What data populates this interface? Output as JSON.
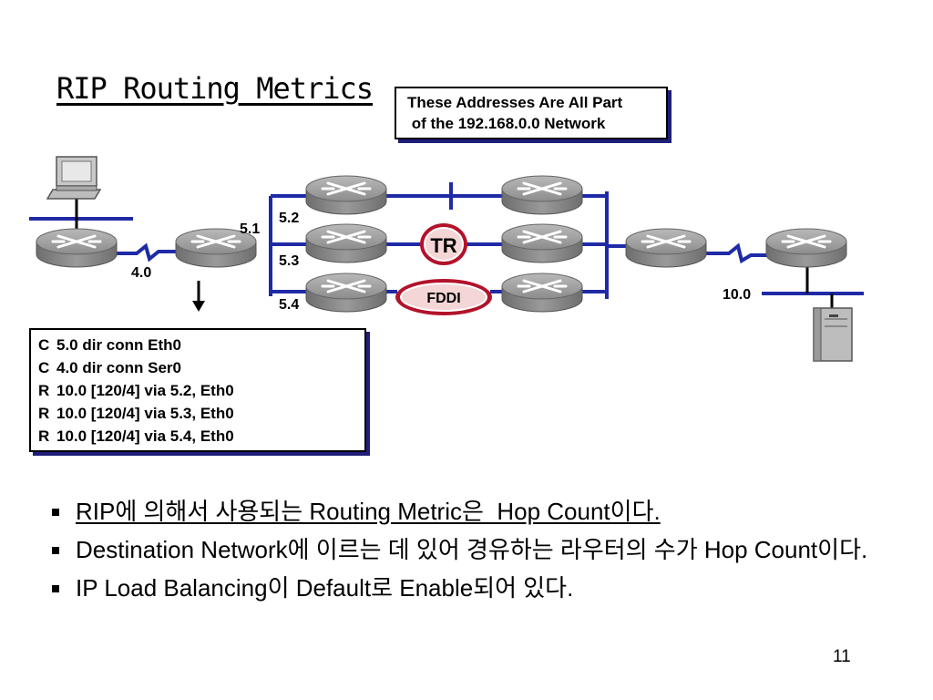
{
  "title": "RIP Routing Metrics",
  "callout": {
    "line1": "These Addresses Are All Part",
    "line2": " of the 192.168.0.0 Network"
  },
  "diagram": {
    "labels": {
      "net_5_1": "5.1",
      "net_5_2": "5.2",
      "net_5_3": "5.3",
      "net_5_4": "5.4",
      "net_4_0": "4.0",
      "net_10_0": "10.0"
    },
    "tr_label": "TR",
    "fddi_label": "FDDI"
  },
  "routing_table": [
    {
      "code": "C",
      "entry": "5.0 dir conn Eth0"
    },
    {
      "code": "C",
      "entry": "4.0 dir conn Ser0"
    },
    {
      "code": "R",
      "entry": "10.0 [120/4] via 5.2, Eth0"
    },
    {
      "code": "R",
      "entry": "10.0 [120/4] via 5.3, Eth0"
    },
    {
      "code": "R",
      "entry": "10.0 [120/4] via 5.4, Eth0"
    }
  ],
  "bullets": [
    "RIP에 의해서 사용되는 Routing Metric은  Hop Count이다.",
    "Destination Network에 이르는 데 있어 경유하는 라우터의 수가 Hop Count이다.",
    "IP Load Balancing이 Default로 Enable되어 있다."
  ],
  "page_number": "11",
  "colors": {
    "link_blue": "#1f2aa6",
    "router_gray": "#8a8a8a",
    "tr_red": "#b3122b",
    "fddi_red": "#b3122b"
  }
}
